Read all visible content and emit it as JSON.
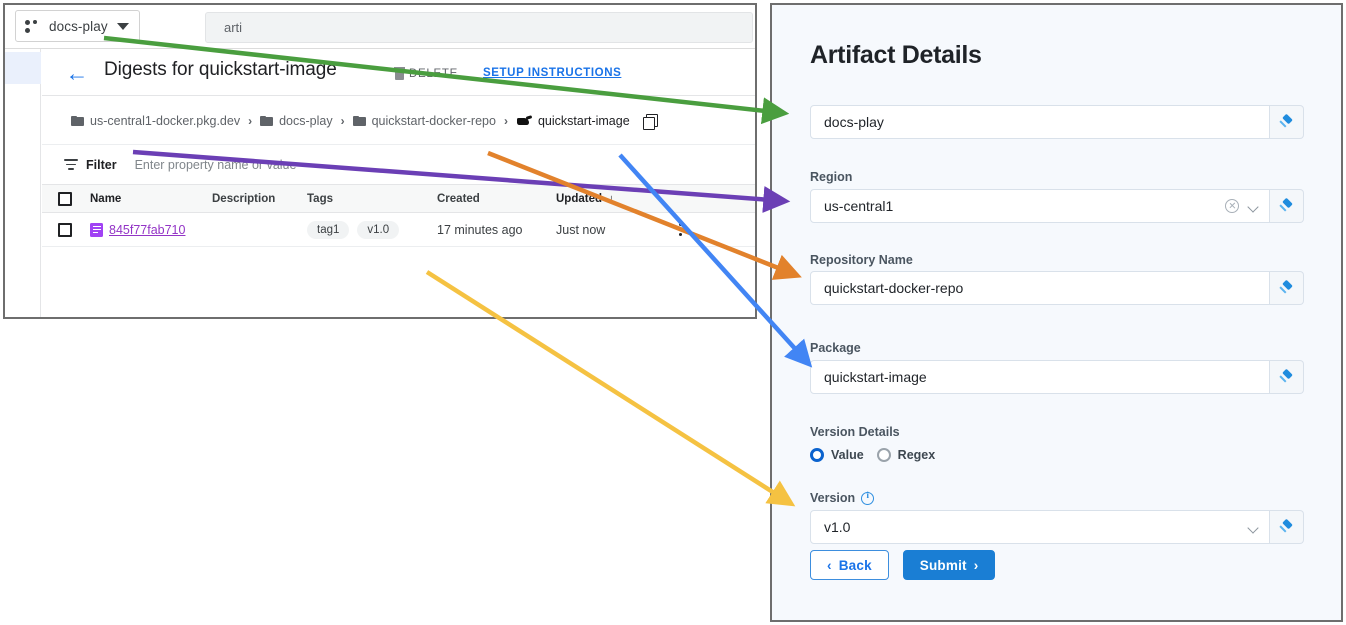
{
  "console": {
    "project_chip": {
      "icon": "project-icon",
      "label": "docs-play",
      "caret": "chevron-down-icon"
    },
    "search": {
      "value": "arti"
    },
    "header": {
      "back_icon": "arrow-left-icon",
      "title": "Digests for quickstart-image",
      "delete_label": "DELETE",
      "setup_label": "SETUP INSTRUCTIONS"
    },
    "breadcrumb": {
      "items": [
        {
          "icon": "folder-icon",
          "label": "us-central1-docker.pkg.dev"
        },
        {
          "icon": "folder-icon",
          "label": "docs-play"
        },
        {
          "icon": "folder-icon",
          "label": "quickstart-docker-repo"
        },
        {
          "icon": "docker-icon",
          "label": "quickstart-image"
        }
      ],
      "separator": "›",
      "copy_icon": "copy-icon"
    },
    "filter": {
      "icon": "filter-icon",
      "label": "Filter",
      "placeholder": "Enter property name or value"
    },
    "table": {
      "columns": [
        "Name",
        "Description",
        "Tags",
        "Created",
        "Updated"
      ],
      "sort_column": "Updated",
      "sort_icon": "arrow-down-icon",
      "rows": [
        {
          "name": "845f77fab710",
          "description": "",
          "tags": [
            "tag1",
            "v1.0"
          ],
          "created": "17 minutes ago",
          "updated": "Just now"
        }
      ]
    }
  },
  "artifact_details": {
    "title": "Artifact Details",
    "fields": [
      {
        "label": "",
        "value": "docs-play",
        "has_clear": false,
        "has_chevron": false,
        "pin": "pin-icon"
      },
      {
        "label": "Region",
        "value": "us-central1",
        "has_clear": true,
        "has_chevron": true,
        "pin": "pin-icon"
      },
      {
        "label": "Repository Name",
        "value": "quickstart-docker-repo",
        "has_clear": false,
        "has_chevron": false,
        "pin": "pin-icon"
      },
      {
        "label": "Package",
        "value": "quickstart-image",
        "has_clear": false,
        "has_chevron": false,
        "pin": "pin-icon"
      }
    ],
    "version_details": {
      "label": "Version Details",
      "options": [
        {
          "label": "Value",
          "selected": true
        },
        {
          "label": "Regex",
          "selected": false
        }
      ]
    },
    "version": {
      "label": "Version",
      "info_icon": "info-icon",
      "value": "v1.0",
      "pin": "pin-icon"
    },
    "buttons": {
      "back": "Back",
      "submit": "Submit"
    }
  },
  "annotations": {
    "arrows": [
      {
        "name": "arrow-project-to-docs-play",
        "color": "#4a9e3f",
        "from": "docs-play chip",
        "to": "docs-play field"
      },
      {
        "name": "arrow-breadcrumb-to-region",
        "color": "#6b3fb5",
        "from": "us-central1-docker.pkg.dev",
        "to": "Region field"
      },
      {
        "name": "arrow-repo-to-repository-name",
        "color": "#e2822c",
        "from": "quickstart-docker-repo",
        "to": "Repository Name field"
      },
      {
        "name": "arrow-image-to-package",
        "color": "#4285f4",
        "from": "quickstart-image",
        "to": "Package field"
      },
      {
        "name": "arrow-tag-to-version",
        "color": "#f5c242",
        "from": "v1.0 tag",
        "to": "Version field"
      }
    ]
  },
  "colors": {
    "accent_blue": "#1a73e8",
    "panel_bg": "#f6f9fd",
    "link_purple": "#9334c6",
    "submit_blue": "#1a7ed4"
  }
}
